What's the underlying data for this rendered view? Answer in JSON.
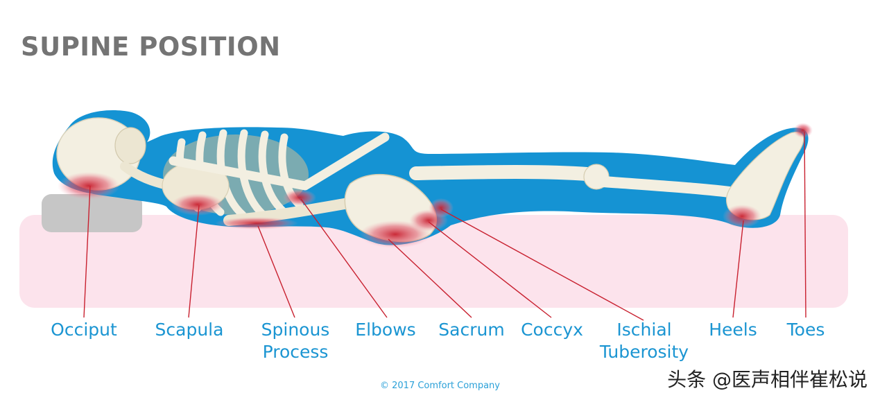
{
  "title": "SUPINE POSITION",
  "labels": {
    "occiput": "Occiput",
    "scapula": "Scapula",
    "spinous_1": "Spinous",
    "spinous_2": "Process",
    "elbows": "Elbows",
    "sacrum": "Sacrum",
    "coccyx": "Coccyx",
    "ischial_1": "Ischial",
    "ischial_2": "Tuberosity",
    "heels": "Heels",
    "toes": "Toes"
  },
  "copyright": "© 2017 Comfort Company",
  "watermark": "头条 @医声相伴崔松说",
  "colors": {
    "label_blue": "#1b95d2",
    "body_outline_blue": "#1593d3",
    "mattress_pink": "#fce3ec",
    "pillow_gray": "#c6c6c6",
    "pressure_red": "#c8202f",
    "bone_ivory": "#f3efe1"
  }
}
